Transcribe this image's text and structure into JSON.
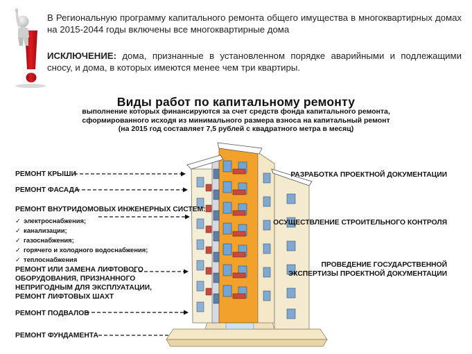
{
  "intro": {
    "line1": "В Региональную программу капитального ремонта общего имущества в многоквартирных домах  на 2015-2044 годы включены все многоквартирные дома",
    "exception_label": "ИСКЛЮЧЕНИЕ:",
    "exception_text": " дома, признанные в установленном порядке аварийными и подлежащими сносу, и дома, в которых имеются менее чем три квартиры."
  },
  "heading": "Виды работ по капитальному ремонту",
  "subheading": {
    "line1": "выполнение которых финансируются за счет средств фонда капитального ремонта,",
    "line2": "сформированного исходя из минимального размера взноса на капитальный ремонт",
    "line3": "(на 2015 год составляет 7,5 рублей с квадратного метра в месяц)"
  },
  "left_items": {
    "roof": "РЕМОНТ КРЫШИ",
    "facade": "РЕМОНТ ФАСАДА",
    "systems": "РЕМОНТ ВНУТРИДОМОВЫХ ИНЖЕНЕРНЫХ СИСТЕМ:",
    "systems_list": [
      "электроснабжения;",
      "канализации;",
      "газоснабжения;",
      "горячего и холодного водоснабжения;",
      "теплоснабжения"
    ],
    "elevator": [
      "РЕМОНТ ИЛИ ЗАМЕНА ЛИФТОВОГО",
      "ОБОРУДОВАНИЯ, ПРИЗНАННОГО",
      "НЕПРИГОДНЫМ ДЛЯ ЭКСПЛУАТАЦИИ,",
      "РЕМОНТ ЛИФТОВЫХ ШАХТ"
    ],
    "basement": "РЕМОНТ ПОДВАЛОВ",
    "foundation": "РЕМОНТ ФУНДАМЕНТА"
  },
  "right_items": {
    "design": "РАЗРАБОТКА ПРОЕКТНОЙ ДОКУМЕНТАЦИИ",
    "control": "ОСУЩЕСТВЛЕНИЕ СТРОИТЕЛЬНОГО КОНТРОЛЯ",
    "expertise": [
      "ПРОВЕДЕНИЕ ГОСУДАРСТВЕННОЙ",
      "ЭКСПЕРТИЗЫ ПРОЕКТНОЙ ДОКУМЕНТАЦИИ"
    ]
  },
  "colors": {
    "exclaim_red": "#d8161b",
    "wall_orange": "#f2a22a",
    "balcony_red": "#c84a3c",
    "window_blue": "#6fa6d6",
    "cream": "#f3e7c6"
  }
}
